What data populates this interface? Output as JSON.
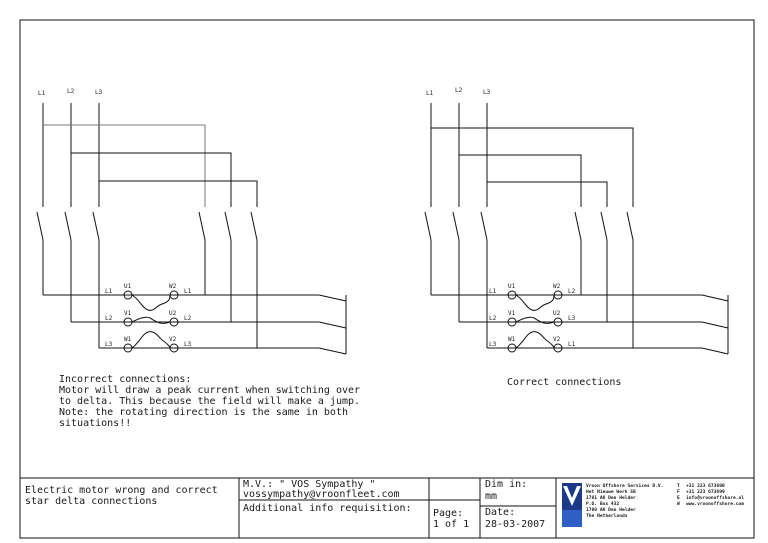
{
  "left_diagram": {
    "supply_labels": [
      "L1",
      "L2",
      "L3"
    ],
    "motor_labels": {
      "row1": {
        "left": "L1",
        "t1": "U1",
        "t2": "W2",
        "right": "L1"
      },
      "row2": {
        "left": "L2",
        "t1": "V1",
        "t2": "U2",
        "right": "L2"
      },
      "row3": {
        "left": "L3",
        "t1": "W1",
        "t2": "V2",
        "right": "L3"
      }
    },
    "note": [
      "Incorrect connections:",
      "Motor will draw a peak current when switching over",
      "to delta. This because the field will make a jump.",
      "Note: the rotating direction is the same in both",
      "situations!!"
    ]
  },
  "right_diagram": {
    "supply_labels": [
      "L1",
      "L2",
      "L3"
    ],
    "motor_labels": {
      "row1": {
        "left": "L1",
        "t1": "U1",
        "t2": "W2",
        "right": "L2"
      },
      "row2": {
        "left": "L2",
        "t1": "V1",
        "t2": "U2",
        "right": "L3"
      },
      "row3": {
        "left": "L3",
        "t1": "W1",
        "t2": "V2",
        "right": "L1"
      }
    },
    "caption": "Correct connections"
  },
  "title_block": {
    "title_lines": [
      "Electric motor wrong and correct",
      "star delta connections"
    ],
    "vessel": "M.V.: \" VOS Sympathy \"",
    "email": "vossympathy@vroonfleet.com",
    "additional": "Additional info requisition:",
    "dim_label": "Dim in:",
    "dim_value": "mm",
    "page_label": "Page:",
    "page_value": "1 of 1",
    "date_label": "Date:",
    "date_value": "28-03-2007",
    "company_lines": [
      "Vroon Offshore Services B.V.",
      "Het Nieuwe Werk 5B",
      "1781 AK Den Helder",
      "P.O. Box 432",
      "1780 AK Den Helder",
      "The Netherlands"
    ],
    "contact_keys": [
      "T",
      "F",
      "E",
      "W"
    ],
    "contact_values": [
      "+31 223 673600",
      "+31 223 673699",
      "info@vroonoffshore.nl",
      "www.vroonoffshore.com"
    ]
  },
  "colors": {
    "line": "#111111",
    "grey_wire": "#777777",
    "logo": "#1b3a8a"
  }
}
